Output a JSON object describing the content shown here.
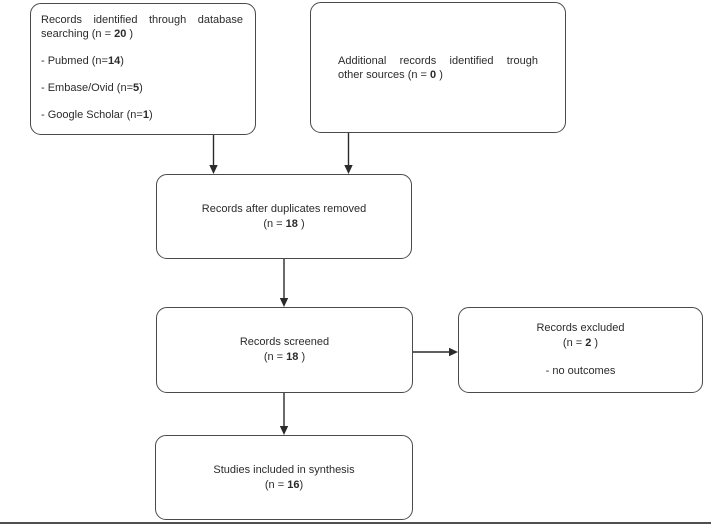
{
  "figure": {
    "colors": {
      "box_border": "#4a4a4a",
      "text": "#2b2b2b",
      "arrow": "#2b2b2b",
      "bottom_rule": "#4f4f4f"
    },
    "boxes": {
      "identification": {
        "heading_line1": "Records identified through database",
        "heading_line2_prefix": "searching (n = ",
        "heading_line2_bold": "20",
        "heading_line2_suffix": " )",
        "sources": [
          {
            "prefix": "- Pubmed (n=",
            "bold": "14",
            "suffix": ")"
          },
          {
            "prefix": "- Embase/Ovid (n=",
            "bold": "5",
            "suffix": ")"
          },
          {
            "prefix": "- Google Scholar (n=",
            "bold": "1",
            "suffix": ")"
          }
        ]
      },
      "additional": {
        "line1": "Additional records identified trough",
        "line2_prefix": "other sources (n = ",
        "line2_bold": "0",
        "line2_suffix": " )"
      },
      "duplicates": {
        "line1": "Records after duplicates removed",
        "n_prefix": "(n = ",
        "n_bold": "18",
        "n_suffix": " )"
      },
      "screened": {
        "line1": "Records screened",
        "n_prefix": "(n = ",
        "n_bold": "18",
        "n_suffix": " )"
      },
      "excluded": {
        "line1": "Records excluded",
        "n_prefix": "(n = ",
        "n_bold": "2",
        "n_suffix": " )",
        "reason": "- no outcomes"
      },
      "included": {
        "line1": "Studies included in synthesis",
        "n_prefix": "(n = ",
        "n_bold": "16",
        "n_suffix": ")"
      }
    }
  }
}
